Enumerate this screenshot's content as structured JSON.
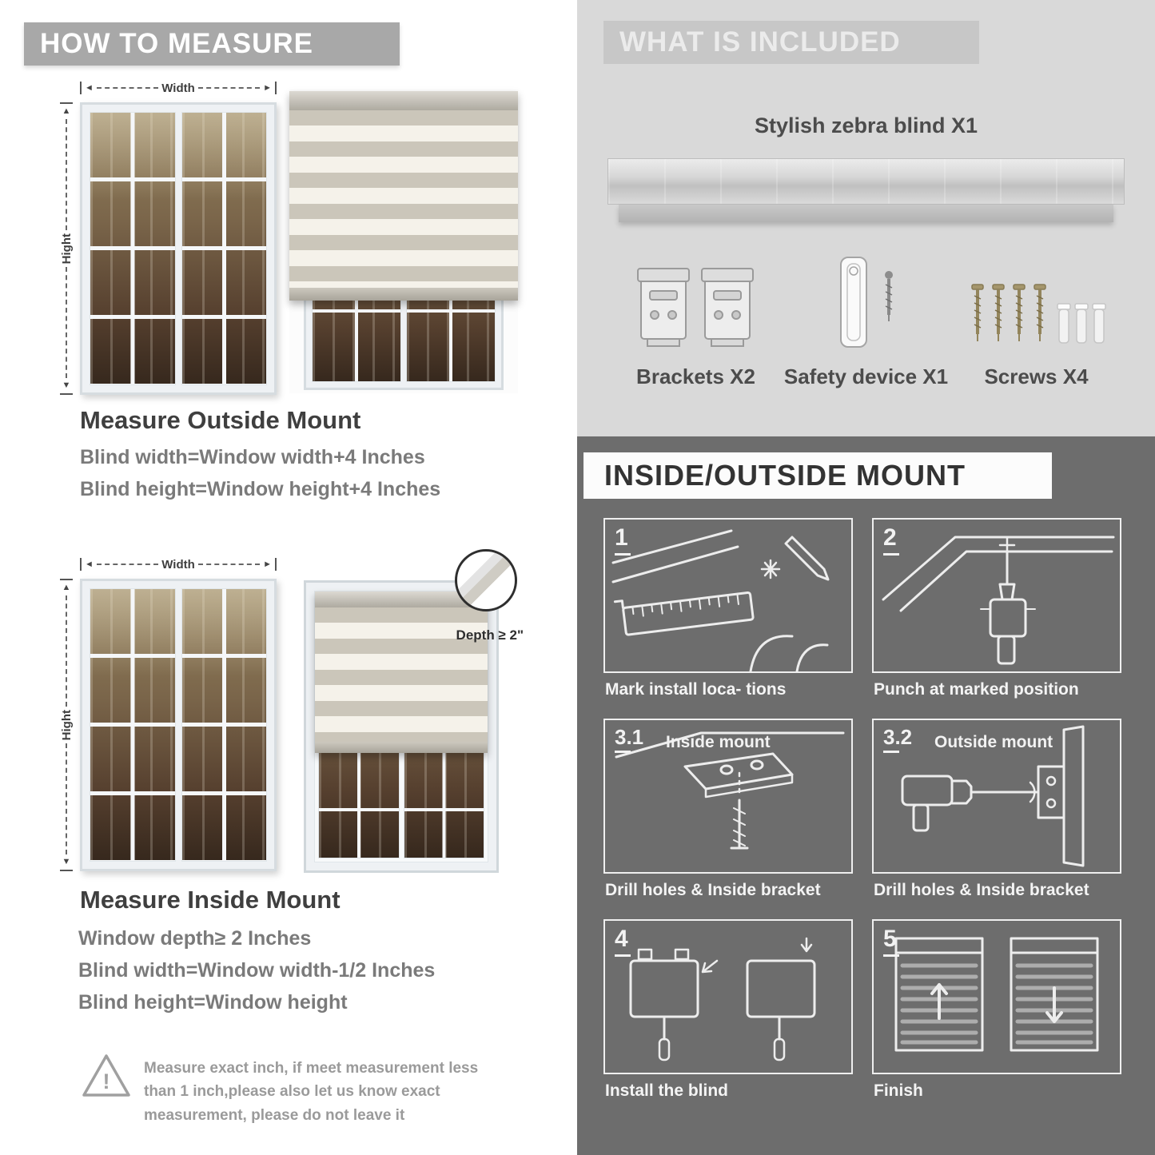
{
  "left": {
    "banner": "HOW TO MEASURE",
    "labels": {
      "width": "Width",
      "height": "Hight",
      "depth": "Depth ≥ 2\""
    },
    "outside": {
      "heading": "Measure Outside Mount",
      "lines": [
        "Blind width=Window width+4 Inches",
        "Blind height=Window height+4 Inches"
      ]
    },
    "inside": {
      "heading": "Measure Inside Mount",
      "lines": [
        "Window depth≥ 2 Inches",
        "Blind width=Window width-1/2 Inches",
        "Blind height=Window height"
      ]
    },
    "warning": {
      "lines": [
        "Measure exact inch, if meet measurement less",
        "than 1 inch,please also let us know exact",
        "measurement, please do not leave it"
      ]
    }
  },
  "right": {
    "included": {
      "banner": "WHAT IS INCLUDED",
      "product": "Stylish zebra blind X1",
      "items": [
        {
          "label": "Brackets X2"
        },
        {
          "label": "Safety device X1"
        },
        {
          "label": "Screws X4"
        }
      ]
    },
    "mount": {
      "banner": "INSIDE/OUTSIDE MOUNT",
      "steps": [
        {
          "badge": "1",
          "caption": "Mark install loca- tions"
        },
        {
          "badge": "2",
          "caption": "Punch at marked position"
        },
        {
          "badge": "3.1",
          "label": "Inside mount",
          "caption": "Drill holes & Inside bracket"
        },
        {
          "badge": "3.2",
          "label": "Outside mount",
          "caption": "Drill holes & Inside bracket"
        },
        {
          "badge": "4",
          "caption": "Install the blind"
        },
        {
          "badge": "5",
          "caption": "Finish"
        }
      ]
    }
  }
}
